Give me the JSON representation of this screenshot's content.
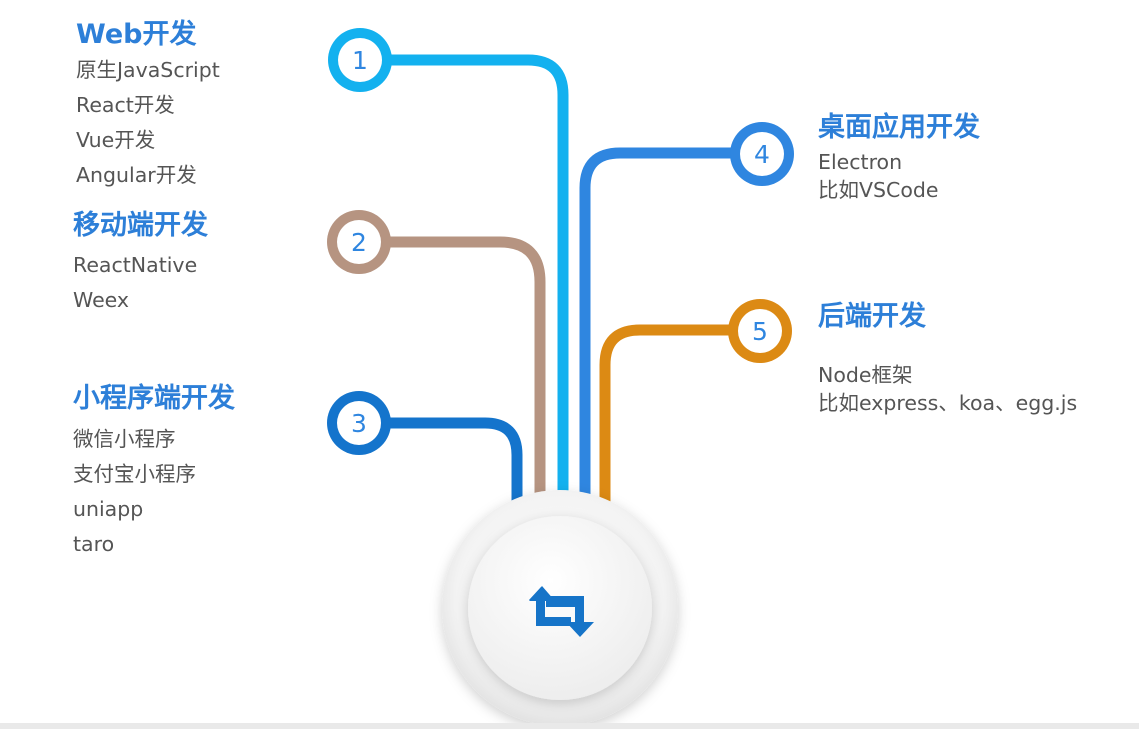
{
  "colors": {
    "web": "#13b1ef",
    "mobile": "#b69481",
    "miniprogram": "#1474cc",
    "desktop": "#2f86e0",
    "backend": "#dc8a14",
    "heading": "#2d7fd8",
    "item_text": "#555555",
    "hub_icon": "#1674c8"
  },
  "hub": {
    "icon": "repeat-arrows-icon"
  },
  "branches": [
    {
      "key": "web",
      "number": "1",
      "title": "Web开发",
      "items": [
        "原生JavaScript",
        "React开发",
        "Vue开发",
        "Angular开发"
      ]
    },
    {
      "key": "mobile",
      "number": "2",
      "title": "移动端开发",
      "items": [
        "ReactNative",
        "Weex"
      ]
    },
    {
      "key": "miniprogram",
      "number": "3",
      "title": "小程序端开发",
      "items": [
        "微信小程序",
        "支付宝小程序",
        "uniapp",
        "taro"
      ]
    },
    {
      "key": "desktop",
      "number": "4",
      "title": "桌面应用开发",
      "items": [
        "Electron",
        "比如VSCode"
      ]
    },
    {
      "key": "backend",
      "number": "5",
      "title": "后端开发",
      "items": [
        "Node框架",
        "比如express、koa、egg.js"
      ]
    }
  ]
}
